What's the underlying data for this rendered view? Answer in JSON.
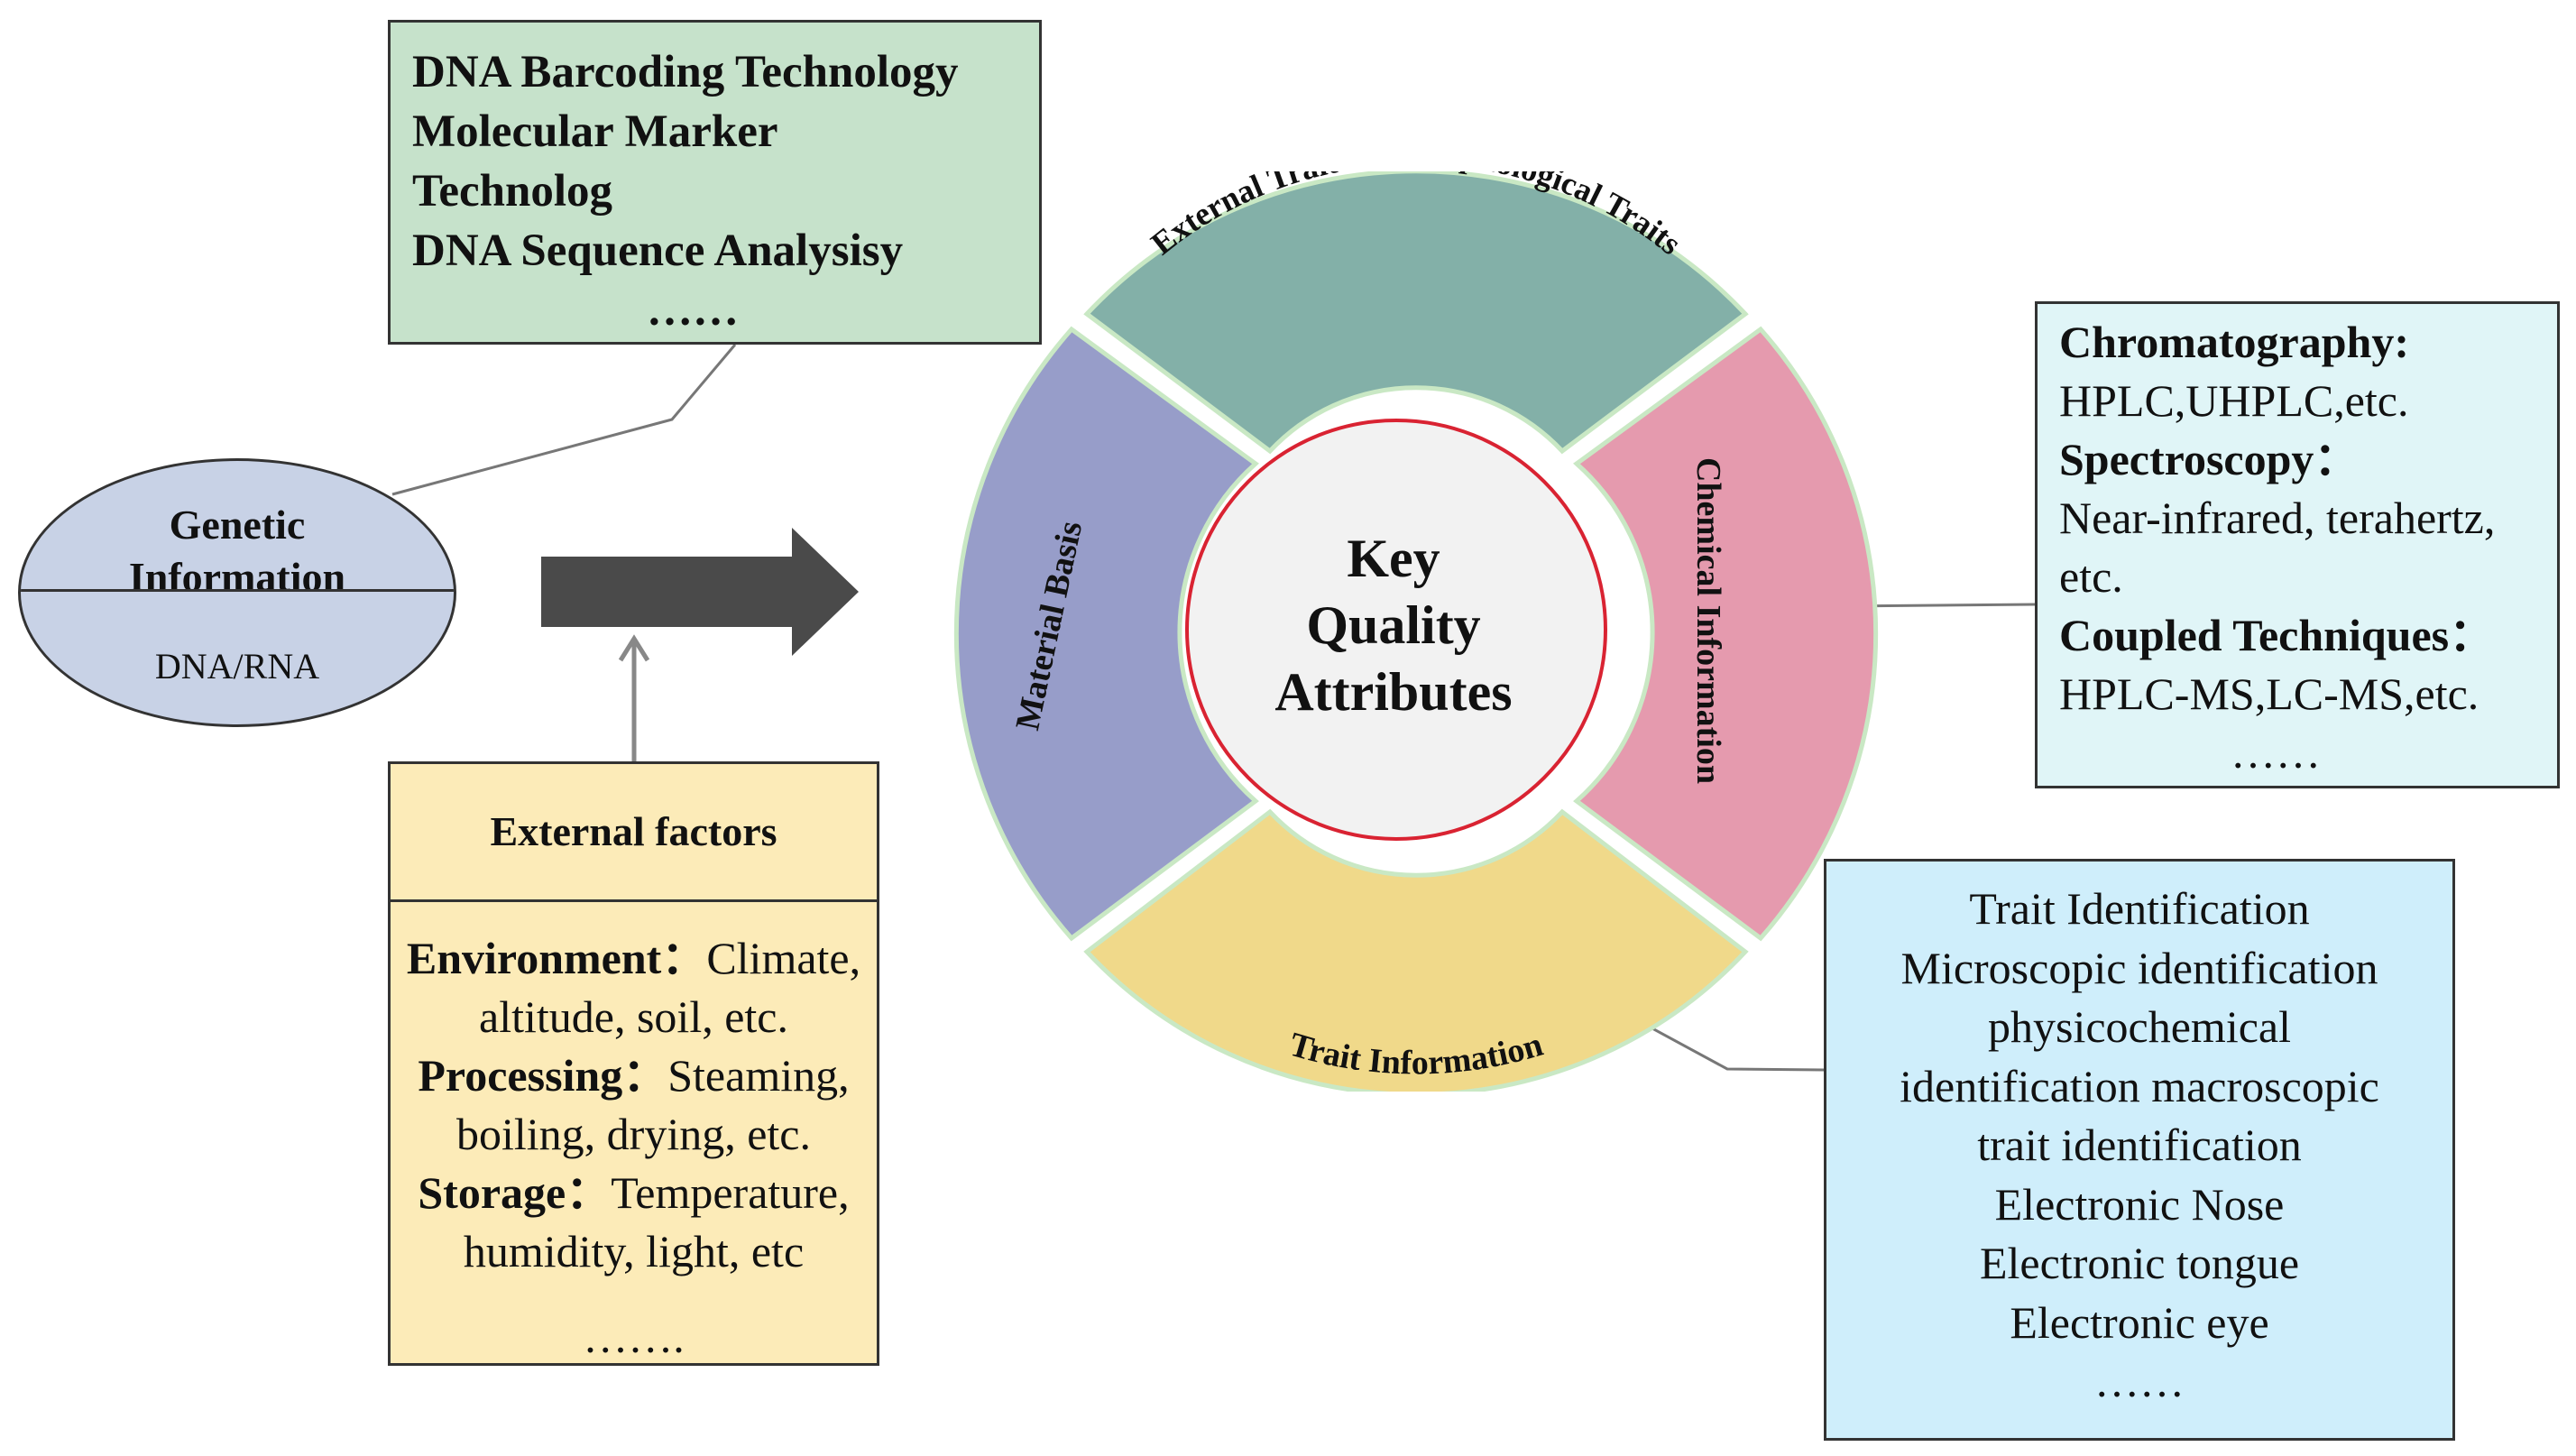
{
  "genetic_methods": {
    "lines": [
      "DNA Barcoding Technology",
      "Molecular Marker",
      "Technolog",
      "DNA Sequence Analysisy"
    ],
    "ellipsis": "……"
  },
  "genetic_info": {
    "title_lines": [
      "Genetic",
      "Information"
    ],
    "subtitle": "DNA/RNA"
  },
  "external_factors": {
    "header": "External factors",
    "environment_label": "Environment：",
    "environment_text_1": "Climate,",
    "environment_text_2": "altitude, soil, etc.",
    "processing_label": "Processing：",
    "processing_text_1": "Steaming,",
    "processing_text_2": "boiling, drying, etc.",
    "storage_label": "Storage：",
    "storage_text_1": "Temperature,",
    "storage_text_2": "humidity, light, etc",
    "ellipsis": "……."
  },
  "center": {
    "lines": [
      "Key",
      "Quality",
      "Attributes"
    ]
  },
  "segments": {
    "top": "External Traits or Morphological Traits",
    "right": "Chemical Information",
    "bottom": "Trait Information",
    "left": "Material Basis"
  },
  "chemical_methods": {
    "chromatography_label": "Chromatography:",
    "chromatography_text": "HPLC,UHPLC,etc.",
    "spectroscopy_label": "Spectroscopy：",
    "spectroscopy_text_1": "Near-infrared, terahertz,",
    "spectroscopy_text_2": "etc.",
    "coupled_label": "Coupled Techniques：",
    "coupled_text": "HPLC-MS,LC-MS,etc.",
    "ellipsis": "……"
  },
  "trait_methods": {
    "lines": [
      "Trait Identification",
      "Microscopic identification",
      "physicochemical",
      "identification macroscopic",
      "trait identification",
      "Electronic Nose",
      "Electronic tongue",
      "Electronic eye"
    ],
    "ellipsis": "……"
  },
  "colors": {
    "genetic_box": "#c6e2cb",
    "ellipse": "#c8d2e6",
    "factors_box": "#fcebb8",
    "chem_box": "#e0f5f7",
    "trait_box": "#cfeefb",
    "seg_top": "#83b0a8",
    "seg_right": "#e59aae",
    "seg_bottom": "#f0d98a",
    "seg_left": "#979dc9",
    "center_ring": "#d92332",
    "arrow": "#4a4a4a"
  }
}
